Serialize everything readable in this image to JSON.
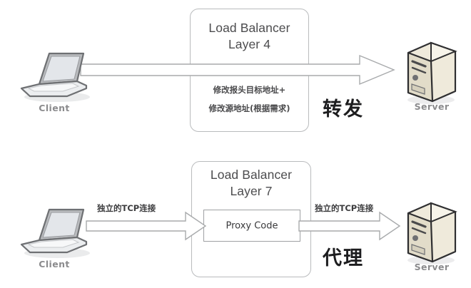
{
  "diagram": {
    "title_top": "Load Balancer\nLayer 4",
    "title_bottom": "Load Balancer\nLayer 7",
    "top": {
      "note_line1": "修改报头目标地址+",
      "note_line2": "修改源地址(根据需求)",
      "emphasis": "转发",
      "client_label": "Client",
      "server_label": "Server"
    },
    "bottom": {
      "proxy_label": "Proxy Code",
      "left_conn_label": "独立的TCP连接",
      "right_conn_label": "独立的TCP连接",
      "emphasis": "代理",
      "client_label": "Client",
      "server_label": "Server"
    },
    "colors": {
      "box_border": "#b9bbbd",
      "arrow_stroke": "#a8aaac",
      "text_gray": "#4c4c4e",
      "caption_gray": "#8b8b8d",
      "server_body": "#efeadb",
      "laptop_body": "#e9eaec"
    }
  }
}
